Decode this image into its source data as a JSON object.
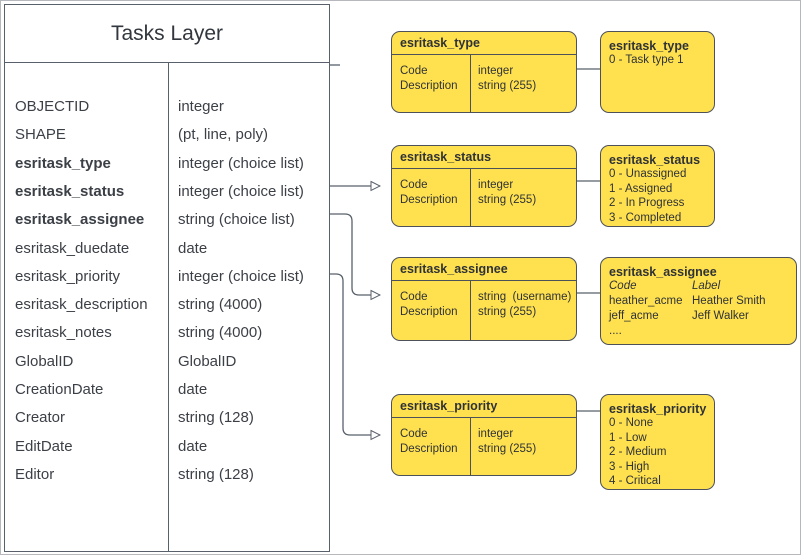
{
  "layer": {
    "title": "Tasks Layer",
    "fields": [
      {
        "name": "OBJECTID",
        "type": "integer",
        "bold": false
      },
      {
        "name": "SHAPE",
        "type": "(pt, line, poly)",
        "bold": false
      },
      {
        "name": "esritask_type",
        "type": "integer (choice list)",
        "bold": true
      },
      {
        "name": "esritask_status",
        "type": "integer (choice list)",
        "bold": true
      },
      {
        "name": "esritask_assignee",
        "type": "string (choice list)",
        "bold": true
      },
      {
        "name": "esritask_duedate",
        "type": "date",
        "bold": false
      },
      {
        "name": "esritask_priority",
        "type": "integer (choice list)",
        "bold": false
      },
      {
        "name": "esritask_description",
        "type": "string (4000)",
        "bold": false
      },
      {
        "name": "esritask_notes",
        "type": "string (4000)",
        "bold": false
      },
      {
        "name": "GlobalID",
        "type": "GlobalID",
        "bold": false
      },
      {
        "name": "CreationDate",
        "type": "date",
        "bold": false
      },
      {
        "name": "Creator",
        "type": "string (128)",
        "bold": false
      },
      {
        "name": "EditDate",
        "type": "date",
        "bold": false
      },
      {
        "name": "Editor",
        "type": "string (128)",
        "bold": false
      }
    ]
  },
  "domain_tables": [
    {
      "id": "type",
      "title": "esritask_type",
      "left_lines": "Code\nDescription",
      "right_lines": "integer\nstring (255)"
    },
    {
      "id": "status",
      "title": "esritask_status",
      "left_lines": "Code\nDescription",
      "right_lines": "integer\nstring (255)"
    },
    {
      "id": "assignee",
      "title": "esritask_assignee",
      "left_lines": "Code\nDescription",
      "right_lines": "string  (username)\nstring (255)"
    },
    {
      "id": "priority",
      "title": "esritask_priority",
      "left_lines": "Code\nDescription",
      "right_lines": "integer\nstring (255)"
    }
  ],
  "value_lists": {
    "type": {
      "title": "esritask_type",
      "values": "0 - Task type 1"
    },
    "status": {
      "title": "esritask_status",
      "values": "0 - Unassigned\n1 - Assigned\n2 - In Progress\n3 - Completed"
    },
    "assignee": {
      "title": "esritask_assignee",
      "header_code": "Code",
      "header_label": "Label",
      "codes": "heather_acme\njeff_acme\n....",
      "labels": "Heather Smith\nJeff Walker"
    },
    "priority": {
      "title": "esritask_priority",
      "values": "0 - None\n1 - Low\n2 - Medium\n3 - High\n4 - Critical"
    }
  },
  "colors": {
    "domain_fill": "#ffe14f",
    "stroke": "#4d5159",
    "table_stroke": "#58606b",
    "text": "#2f3237"
  }
}
